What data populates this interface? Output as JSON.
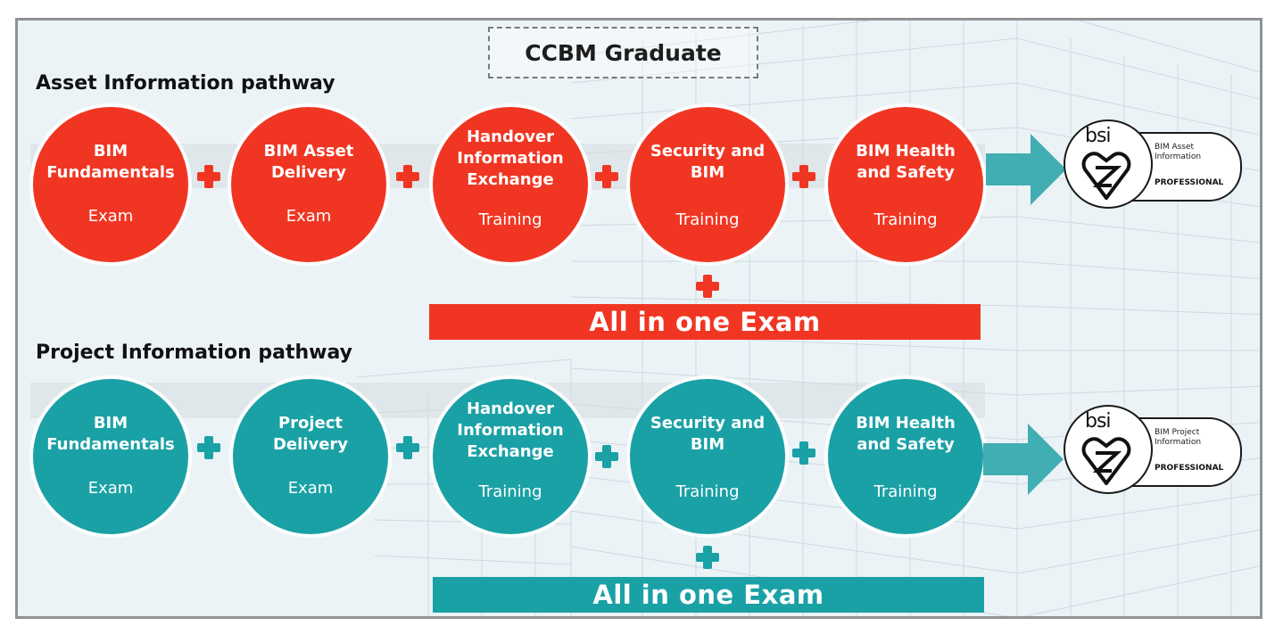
{
  "header": {
    "graduate_label": "CCBM Graduate"
  },
  "asset_pathway": {
    "title": "Asset Information pathway",
    "modules": [
      {
        "title": "BIM\nFundamentals",
        "type": "Exam"
      },
      {
        "title": "BIM Asset\nDelivery",
        "type": "Exam"
      },
      {
        "title": "Handover\nInformation\nExchange",
        "type": "Training"
      },
      {
        "title": "Security and\nBIM",
        "type": "Training"
      },
      {
        "title": "BIM Health\nand Safety",
        "type": "Training"
      }
    ],
    "exam_bar": "All in one Exam",
    "badge": {
      "brand": "bsi",
      "line1": "BIM Asset",
      "line2": "Information",
      "level": "PROFESSIONAL"
    },
    "color": "#f03623"
  },
  "project_pathway": {
    "title": "Project Information pathway",
    "modules": [
      {
        "title": "BIM\nFundamentals",
        "type": "Exam"
      },
      {
        "title": "Project\nDelivery",
        "type": "Exam"
      },
      {
        "title": "Handover\nInformation\nExchange",
        "type": "Training"
      },
      {
        "title": "Security and\nBIM",
        "type": "Training"
      },
      {
        "title": "BIM Health\nand Safety",
        "type": "Training"
      }
    ],
    "exam_bar": "All in one Exam",
    "badge": {
      "brand": "bsi",
      "line1": "BIM Project",
      "line2": "Information",
      "level": "PROFESSIONAL"
    },
    "color": "#1aa1a6"
  }
}
